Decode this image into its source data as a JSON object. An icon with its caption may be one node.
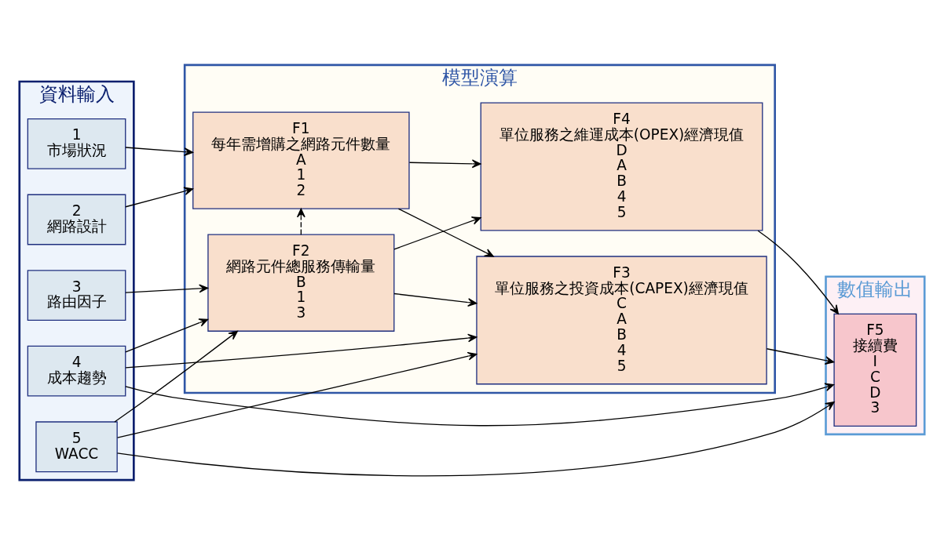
{
  "diagram": {
    "nodes": [
      {
        "text": [
          "資料輸入"
        ]
      },
      {
        "text": [
          "模型演算"
        ]
      },
      {
        "text": [
          "數值輸出"
        ]
      },
      {
        "text": [
          "1",
          "市場狀況"
        ],
        "in": 0
      },
      {
        "text": [
          "2",
          "網路設計"
        ],
        "in": 0
      },
      {
        "text": [
          "3",
          "路由因子"
        ],
        "in": 0
      },
      {
        "text": [
          "4",
          "成本趨勢"
        ],
        "in": 0
      },
      {
        "text": [
          "5",
          "WACC"
        ],
        "in": 0
      },
      {
        "text": [
          "F1",
          "每年需增購之網路元件數量",
          "A",
          "1",
          "2"
        ],
        "in": 1
      },
      {
        "text": [
          "F2",
          "網路元件總服務傳輸量",
          "B",
          "1",
          "3"
        ],
        "in": 1
      },
      {
        "text": [
          "F3",
          "單位服務之投資成本(CAPEX)經濟現值",
          "C",
          "A",
          "B",
          "4",
          "5"
        ],
        "in": 1
      },
      {
        "text": [
          "F4",
          "單位服務之維運成本(OPEX)經濟現值",
          "D",
          "A",
          "B",
          "4",
          "5"
        ],
        "in": 1
      },
      {
        "text": [
          "F5",
          "接續費",
          "I",
          "C",
          "D",
          "3"
        ],
        "in": 2
      }
    ],
    "edges": [
      {
        "from": 3,
        "to": 8,
        "arrow": "to"
      },
      {
        "from": 4,
        "to": 8,
        "arrow": "to"
      },
      {
        "from": 5,
        "to": 9,
        "arrow": "to"
      },
      {
        "from": 6,
        "to": 9,
        "arrow": "to"
      },
      {
        "from": 7,
        "to": 9,
        "arrow": "to"
      },
      {
        "from": 9,
        "to": 8,
        "arrow": "to",
        "style": "dashed"
      },
      {
        "from": 6,
        "to": 10,
        "arrow": "to"
      },
      {
        "from": 7,
        "to": 10,
        "arrow": "to"
      },
      {
        "from": 8,
        "to": 10,
        "arrow": "to"
      },
      {
        "from": 9,
        "to": 10,
        "arrow": "to"
      },
      {
        "from": 8,
        "to": 11,
        "arrow": "to"
      },
      {
        "from": 9,
        "to": 11,
        "arrow": "to"
      },
      {
        "from": 6,
        "to": 12,
        "arrow": "to"
      },
      {
        "from": 7,
        "to": 12,
        "arrow": "to"
      },
      {
        "from": 10,
        "to": 12,
        "arrow": "to"
      },
      {
        "from": 11,
        "to": 12,
        "arrow": "to"
      }
    ]
  }
}
